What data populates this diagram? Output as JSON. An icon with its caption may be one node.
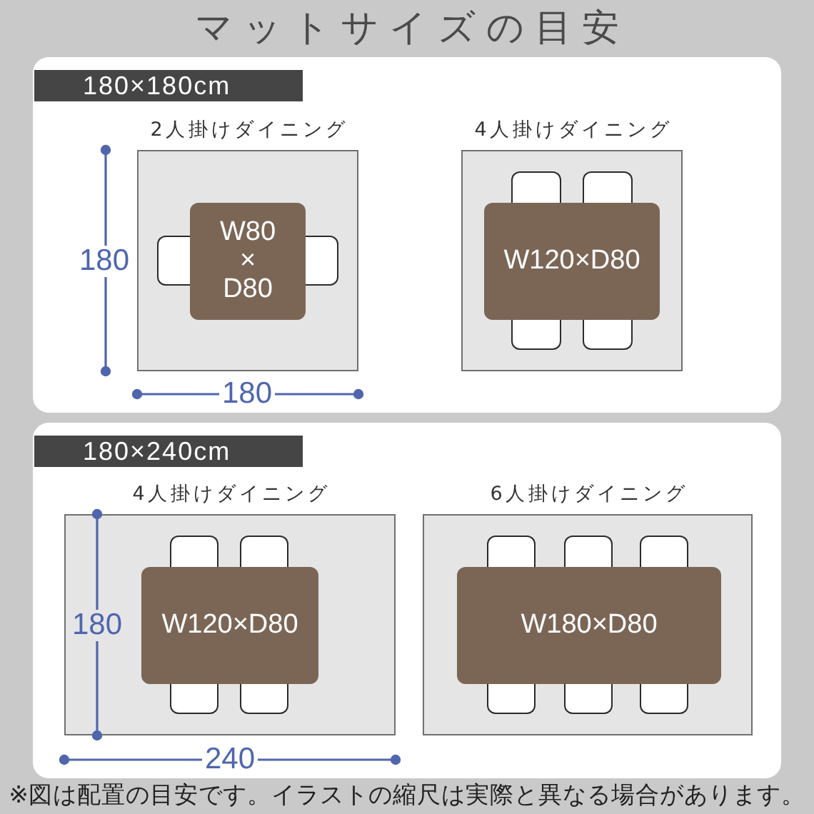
{
  "diagram": {
    "title": "マットサイズの目安",
    "caption": "※図は配置の目安です。イラストの縮尺は実際と異なる場合があります。",
    "nodes": [
      {
        "text": [
          "180×180cm"
        ]
      },
      {
        "text": [
          "2人掛けダイニング"
        ],
        "in": 0
      },
      {
        "text": [
          "W80 × D80"
        ],
        "in": 1
      },
      {
        "text": [
          "4人掛けダイニング"
        ],
        "in": 0
      },
      {
        "text": [
          "W120×D80"
        ],
        "in": 3
      },
      {
        "text": [
          "180×240cm"
        ]
      },
      {
        "text": [
          "4人掛けダイニング"
        ],
        "in": 5
      },
      {
        "text": [
          "W120×D80"
        ],
        "in": 6
      },
      {
        "text": [
          "6人掛けダイニング"
        ],
        "in": 5
      },
      {
        "text": [
          "W180×D80"
        ],
        "in": 8
      }
    ],
    "labels": [
      "180",
      "180",
      "180",
      "240"
    ]
  }
}
